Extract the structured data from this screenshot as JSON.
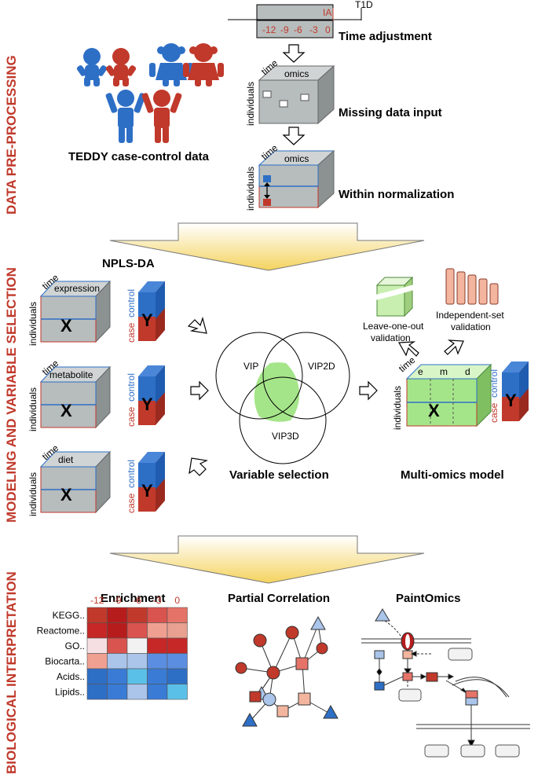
{
  "sections": {
    "preprocessing": "DATA PRE-PROCESSING",
    "modeling": "MODELING AND VARIABLE SELECTION",
    "interpretation": "BIOLOGICAL INTERPRETATION"
  },
  "preprocessing": {
    "timeline_ticks": [
      "-12",
      "-9",
      "-6",
      "-3",
      "0"
    ],
    "ia_label": "IA",
    "t1d_label": "T1D",
    "time_adjustment": "Time adjustment",
    "teddy_label": "TEDDY case-control data",
    "missing_data": "Missing data input",
    "within_norm": "Within normalization",
    "cube_top": "omics",
    "axis_time": "time",
    "axis_individuals": "individuals"
  },
  "modeling": {
    "npls_title": "NPLS-DA",
    "blocks": [
      {
        "name": "expression"
      },
      {
        "name": "metabolite"
      },
      {
        "name": "diet"
      }
    ],
    "x_label": "X",
    "y_label": "Y",
    "case_label": "case",
    "control_label": "control",
    "venn": [
      "VIP",
      "VIP2D",
      "VIP3D"
    ],
    "variable_selection": "Variable selection",
    "multiomics_model": "Multi-omics model",
    "mo_dims": [
      "e",
      "m",
      "d"
    ],
    "loo_line1": "Leave-one-out",
    "loo_line2": "validation",
    "indep_line1": "Independent-set",
    "indep_line2": "validation"
  },
  "interpretation": {
    "enrichment_title": "Enrichment",
    "partial_corr_title": "Partial Correlation",
    "paintomics_title": "PaintOmics",
    "heat_cols": [
      "-12",
      "-9",
      "-6",
      "-3",
      "0"
    ],
    "heat_rows": [
      "KEGG..",
      "Reactome..",
      "GO..",
      "Biocarta..",
      "Acids..",
      "Lipids.."
    ],
    "heat_colors": [
      [
        "#c0392b",
        "#b71c1c",
        "#c0392b",
        "#d9534f",
        "#e57368"
      ],
      [
        "#c62828",
        "#b71c1c",
        "#d9534f",
        "#f0a090",
        "#e8a090"
      ],
      [
        "#f6dfe2",
        "#d9534f",
        "#f2f2f2",
        "#c62828",
        "#c62828"
      ],
      [
        "#f0a090",
        "#aac4ea",
        "#aac4ea",
        "#5b8ee0",
        "#5b8ee0"
      ],
      [
        "#2e6fc6",
        "#3a7bd5",
        "#5bc0e8",
        "#3a7bd5",
        "#2e6fc6"
      ],
      [
        "#2e6fc6",
        "#3a7bd5",
        "#aac4ea",
        "#3a7bd5",
        "#5bc0e8"
      ]
    ]
  }
}
